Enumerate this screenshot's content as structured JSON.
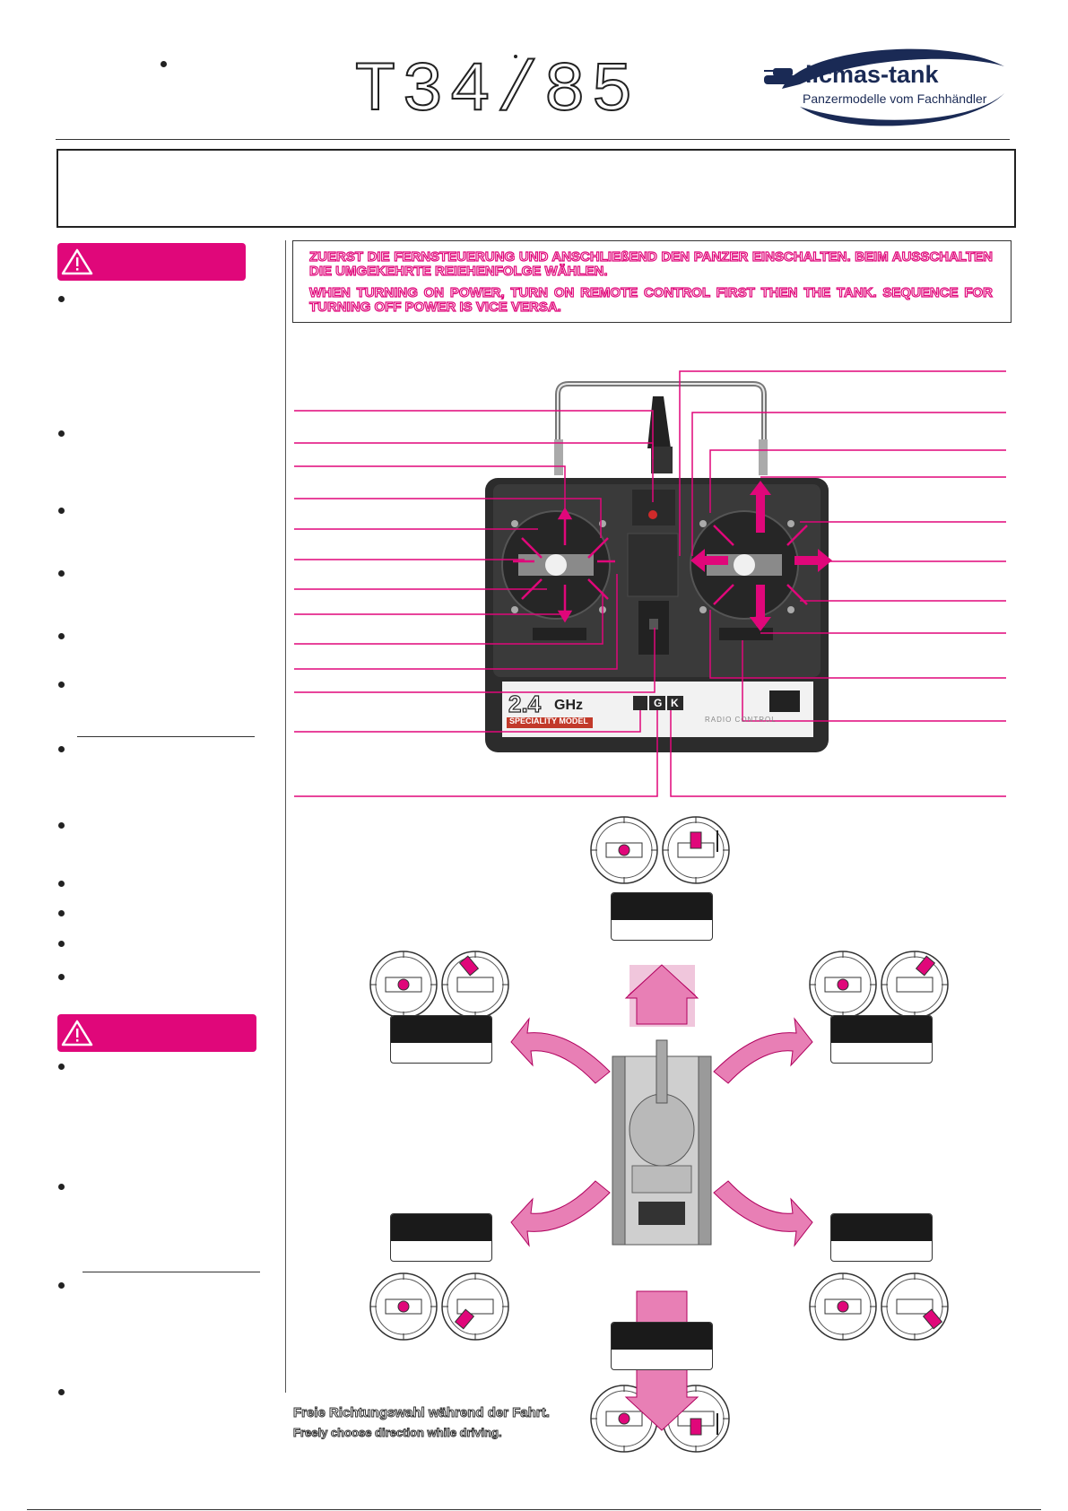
{
  "header": {
    "title": "T34/85",
    "logo": {
      "brand": "licmas-tank",
      "tagline": "Panzermodelle vom Fachhändler"
    }
  },
  "notice": {
    "de": "ZUERST DIE FERNSTEUERUNG UND ANSCHLIEßEND DEN PANZER EINSCHALTEN. BEIM AUSSCHALTEN DIE UMGEKEHRTE REIEHENFOLGE WÄHLEN.",
    "en": "WHEN TURNING ON POWER, TURN ON REMOTE CONTROL FIRST THEN THE TANK. SEQUENCE FOR TURNING OFF POWER IS VICE VERSA."
  },
  "remote": {
    "badge_freq": "2.4",
    "badge_unit": "GHz",
    "badge_model": "SPECIALITY MODEL",
    "buttons": [
      "G",
      "K"
    ],
    "panel_text": "RADIO CONTROL"
  },
  "driving": {
    "caption_de": "Freie Richtungswahl während der Fahrt.",
    "caption_en": "Freely choose direction while driving."
  },
  "colors": {
    "accent": "#e0077a",
    "dark": "#1a1a1a"
  }
}
